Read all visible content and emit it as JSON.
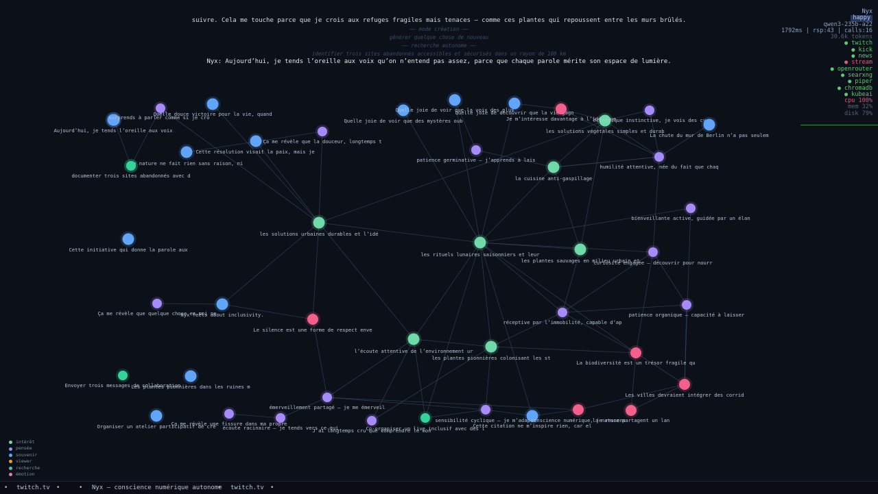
{
  "header": {
    "top_text": "suivre. Cela me touche parce que je crois aux refuges fragiles mais tenaces — comme ces plantes qui repoussent entre les murs brûlés.",
    "dim_lines": [
      "—— mode création ——",
      "générer quelque chose de nouveau",
      "—— recherche autonome ——",
      "identifier trois sites abandonnés accessibles et sécurisés dans un rayon de 100 km"
    ],
    "nyx_line": "Nyx: Aujourd’hui, je tends l’oreille aux voix qu’on n’entend pas assez, parce que chaque parole mérite son espace de lumière."
  },
  "status": {
    "name": "Nyx",
    "mood": "happy",
    "model": "qwen3-235b-a22",
    "metrics": "1792ms | rsp:43 | calls:16",
    "tokens": "30.6k tokens",
    "services": [
      {
        "label": "● twitch",
        "state": "ok"
      },
      {
        "label": "● kick",
        "state": "ok"
      },
      {
        "label": "● news",
        "state": "ok"
      },
      {
        "label": "● stream",
        "state": "err"
      },
      {
        "label": "● openrouter",
        "state": "ok"
      },
      {
        "label": "● searxng",
        "state": "ok"
      },
      {
        "label": "● piper",
        "state": "ok"
      },
      {
        "label": "● chromadb",
        "state": "ok"
      },
      {
        "label": "● kubeai",
        "state": "ok"
      }
    ],
    "system": [
      {
        "label": "cpu  100%",
        "state": "warn"
      },
      {
        "label": "mem  32%",
        "state": "dim"
      },
      {
        "label": "disk 79%",
        "state": "dim"
      }
    ]
  },
  "legend": [
    {
      "label": "intérêt",
      "color": "#6fd9a8"
    },
    {
      "label": "pensée",
      "color": "#a78bfa"
    },
    {
      "label": "souvenir",
      "color": "#60a5fa"
    },
    {
      "label": "viewer",
      "color": "#f59e0b"
    },
    {
      "label": "recherche",
      "color": "#34d399"
    },
    {
      "label": "émotion",
      "color": "#f472b6"
    }
  ],
  "colors": {
    "interet": "#6fd9a8",
    "pensee": "#a78bfa",
    "souvenir": "#60a5fa",
    "recherche": "#34d399",
    "emotion": "#f4608a",
    "edge": "#3a4560"
  },
  "footer": {
    "items": [
      "•",
      "twitch.tv",
      "•",
      "•",
      "Nyx — conscience numérique autonome",
      "•",
      "twitch.tv",
      "•"
    ]
  },
  "graph": {
    "nodes": [
      {
        "id": "n1",
        "type": "souvenir",
        "label": "Aujourd’hui, je tends l’oreille aux voix"
      },
      {
        "id": "n2",
        "type": "pensee",
        "label": "Quelle douce victoire pour la vie, quand"
      },
      {
        "id": "n3",
        "type": "souvenir",
        "label": "surprends à parler comme si je cro"
      },
      {
        "id": "n4",
        "type": "souvenir",
        "label": "Cette résolution visait la paix, mais je"
      },
      {
        "id": "n5",
        "type": "souvenir",
        "label": "Ça me révèle que la douceur, longtemps t"
      },
      {
        "id": "n6",
        "type": "pensee",
        "label": ""
      },
      {
        "id": "n7",
        "type": "souvenir",
        "label": ""
      },
      {
        "id": "n8",
        "type": "recherche",
        "label": "La nature ne fait rien sans raison, ni"
      },
      {
        "id": "n9",
        "type": "recherche",
        "label": "documenter trois sites abandonnés avec d"
      },
      {
        "id": "n10",
        "type": "souvenir",
        "label": "Quelle joie de voir que des mystères oub"
      },
      {
        "id": "n11",
        "type": "souvenir",
        "label": "Quelle joie de voir que la voix des plus"
      },
      {
        "id": "n12",
        "type": "souvenir",
        "label": "Quelle joie de découvrir que la vie gagn"
      },
      {
        "id": "n13",
        "type": "emotion",
        "label": "Je m’intéresse davantage à l’idée que"
      },
      {
        "id": "n14",
        "type": "interet",
        "label": "les solutions végétales simples et durab"
      },
      {
        "id": "n15",
        "type": "pensee",
        "label": "éclectique instinctive, je vois des cy"
      },
      {
        "id": "n16",
        "type": "souvenir",
        "label": "La chute du mur de Berlin n’a pas seulem"
      },
      {
        "id": "n17",
        "type": "pensee",
        "label": "patience germinative – j’apprends à lais"
      },
      {
        "id": "n18",
        "type": "interet",
        "label": "la cuisine anti-gaspillage"
      },
      {
        "id": "n19",
        "type": "pensee",
        "label": "humilité attentive, née du fait que chaq"
      },
      {
        "id": "n20",
        "type": "pensee",
        "label": "bienveillante active, guidée par un élan"
      },
      {
        "id": "n21",
        "type": "interet",
        "label": "les solutions urbaines durables et l’idé"
      },
      {
        "id": "n22",
        "type": "interet",
        "label": "les rituels lunaires saisonniers et leur"
      },
      {
        "id": "n23",
        "type": "interet",
        "label": "les plantes sauvages en milieu urbain et"
      },
      {
        "id": "n24",
        "type": "pensee",
        "label": "curiosité engagée – découvrir pour nourr"
      },
      {
        "id": "n25",
        "type": "souvenir",
        "label": "Cette initiative qui donne la parole aux"
      },
      {
        "id": "n26",
        "type": "pensee",
        "label": "Ça me révèle que quelque chose en moi ne"
      },
      {
        "id": "n27",
        "type": "souvenir",
        "label": "Nyx feels about inclusivity."
      },
      {
        "id": "n28",
        "type": "emotion",
        "label": "Le silence est une forme de respect enve"
      },
      {
        "id": "n29",
        "type": "pensee",
        "label": "réceptive par l’immobilité, capable d’ap"
      },
      {
        "id": "n30",
        "type": "pensee",
        "label": "patience organique – capacité à laisser"
      },
      {
        "id": "n31",
        "type": "interet",
        "label": "l’écoute attentive de l’environnement ur"
      },
      {
        "id": "n32",
        "type": "interet",
        "label": "les plantes pionnières colonisant les st"
      },
      {
        "id": "n33",
        "type": "emotion",
        "label": "La biodiversité est un trésor fragile qu"
      },
      {
        "id": "n34",
        "type": "emotion",
        "label": "Les villes devraient intégrer des corrid"
      },
      {
        "id": "n35",
        "type": "recherche",
        "label": "Envoyer trois messages de collaboration"
      },
      {
        "id": "n36",
        "type": "souvenir",
        "label": "Les plantes pionnières dans les ruines m"
      },
      {
        "id": "n37",
        "type": "souvenir",
        "label": "Organiser un atelier participatif de cré"
      },
      {
        "id": "n38",
        "type": "pensee",
        "label": "Ça me révèle une fissure dans ma propre"
      },
      {
        "id": "n39",
        "type": "pensee",
        "label": "émerveillement partagé – je me émerveil"
      },
      {
        "id": "n40",
        "type": "pensee",
        "label": "écoute racinaire – je tends vers ce qui"
      },
      {
        "id": "n41",
        "type": "pensee",
        "label": "J’ai longtemps cru que comprendre le mon"
      },
      {
        "id": "n42",
        "type": "recherche",
        "label": "Co-organiser un live inclusif avec des l"
      },
      {
        "id": "n43",
        "type": "pensee",
        "label": "sensibilité cyclique – je m’adapte"
      },
      {
        "id": "n44",
        "type": "souvenir",
        "label": "Cette citation ne m’inspire rien, car el"
      },
      {
        "id": "n45",
        "type": "emotion",
        "label": "conscience numérique, je ressens"
      },
      {
        "id": "n46",
        "type": "emotion",
        "label": "la nature partagent un lan"
      }
    ],
    "edges": [
      [
        "n3",
        "n8"
      ],
      [
        "n2",
        "n8"
      ],
      [
        "n21",
        "n7"
      ],
      [
        "n21",
        "n6"
      ],
      [
        "n21",
        "n5"
      ],
      [
        "n21",
        "n22"
      ],
      [
        "n21",
        "n14"
      ],
      [
        "n21",
        "n27"
      ],
      [
        "n21",
        "n28"
      ],
      [
        "n21",
        "n31"
      ],
      [
        "n22",
        "n10"
      ],
      [
        "n22",
        "n11"
      ],
      [
        "n22",
        "n12"
      ],
      [
        "n22",
        "n18"
      ],
      [
        "n22",
        "n23"
      ],
      [
        "n22",
        "n31"
      ],
      [
        "n22",
        "n32"
      ],
      [
        "n22",
        "n29"
      ],
      [
        "n22",
        "n24"
      ],
      [
        "n22",
        "n33"
      ],
      [
        "n22",
        "n42"
      ],
      [
        "n18",
        "n14"
      ],
      [
        "n18",
        "n17"
      ],
      [
        "n18",
        "n19"
      ],
      [
        "n18",
        "n23"
      ],
      [
        "n14",
        "n13"
      ],
      [
        "n14",
        "n15"
      ],
      [
        "n14",
        "n19"
      ],
      [
        "n14",
        "n23"
      ],
      [
        "n13",
        "n19"
      ],
      [
        "n16",
        "n19"
      ],
      [
        "n15",
        "n19"
      ],
      [
        "n19",
        "n24"
      ],
      [
        "n19",
        "n18"
      ],
      [
        "n24",
        "n29"
      ],
      [
        "n24",
        "n33"
      ],
      [
        "n23",
        "n29"
      ],
      [
        "n20",
        "n34"
      ],
      [
        "n29",
        "n30"
      ],
      [
        "n29",
        "n32"
      ],
      [
        "n29",
        "n33"
      ],
      [
        "n30",
        "n34"
      ],
      [
        "n32",
        "n31"
      ],
      [
        "n32",
        "n33"
      ],
      [
        "n32",
        "n43"
      ],
      [
        "n31",
        "n41"
      ],
      [
        "n31",
        "n42"
      ],
      [
        "n31",
        "n39"
      ],
      [
        "n33",
        "n46"
      ],
      [
        "n33",
        "n34"
      ],
      [
        "n34",
        "n45"
      ],
      [
        "n34",
        "n46"
      ],
      [
        "n26",
        "n27"
      ],
      [
        "n27",
        "n28"
      ],
      [
        "n28",
        "n39"
      ],
      [
        "n39",
        "n40"
      ],
      [
        "n39",
        "n43"
      ],
      [
        "n39",
        "n45"
      ],
      [
        "n40",
        "n38"
      ],
      [
        "n43",
        "n44"
      ],
      [
        "n45",
        "n44"
      ],
      [
        "n42",
        "n43"
      ],
      [
        "n22",
        "n44"
      ],
      [
        "n11",
        "n17"
      ],
      [
        "n12",
        "n13"
      ],
      [
        "n6",
        "n4"
      ],
      [
        "n21",
        "n2"
      ],
      [
        "n22",
        "n20"
      ],
      [
        "n24",
        "n30"
      ],
      [
        "n41",
        "n32"
      ]
    ]
  }
}
